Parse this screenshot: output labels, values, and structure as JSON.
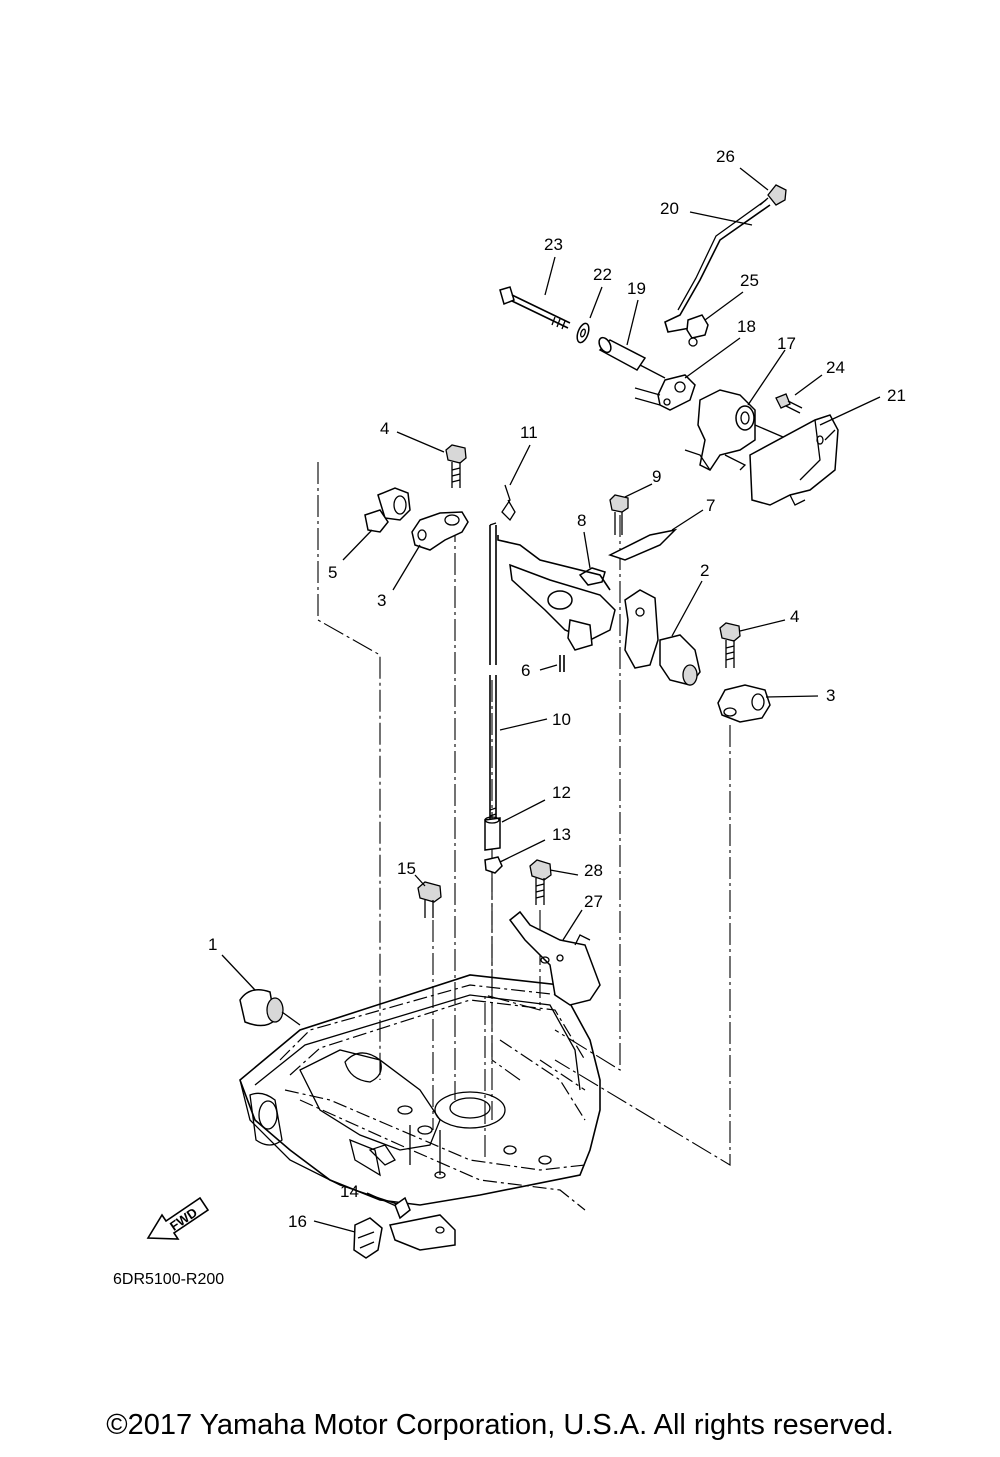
{
  "diagram": {
    "callouts": [
      {
        "id": "c26",
        "label": "26"
      },
      {
        "id": "c20",
        "label": "20"
      },
      {
        "id": "c23",
        "label": "23"
      },
      {
        "id": "c22",
        "label": "22"
      },
      {
        "id": "c19",
        "label": "19"
      },
      {
        "id": "c25",
        "label": "25"
      },
      {
        "id": "c18",
        "label": "18"
      },
      {
        "id": "c17",
        "label": "17"
      },
      {
        "id": "c24",
        "label": "24"
      },
      {
        "id": "c21",
        "label": "21"
      },
      {
        "id": "c4a",
        "label": "4"
      },
      {
        "id": "c11",
        "label": "11"
      },
      {
        "id": "c9",
        "label": "9"
      },
      {
        "id": "c7",
        "label": "7"
      },
      {
        "id": "c8",
        "label": "8"
      },
      {
        "id": "c5",
        "label": "5"
      },
      {
        "id": "c3a",
        "label": "3"
      },
      {
        "id": "c2",
        "label": "2"
      },
      {
        "id": "c4b",
        "label": "4"
      },
      {
        "id": "c6",
        "label": "6"
      },
      {
        "id": "c3b",
        "label": "3"
      },
      {
        "id": "c10",
        "label": "10"
      },
      {
        "id": "c12",
        "label": "12"
      },
      {
        "id": "c13",
        "label": "13"
      },
      {
        "id": "c15",
        "label": "15"
      },
      {
        "id": "c28",
        "label": "28"
      },
      {
        "id": "c27",
        "label": "27"
      },
      {
        "id": "c1",
        "label": "1"
      },
      {
        "id": "c14",
        "label": "14"
      },
      {
        "id": "c16",
        "label": "16"
      }
    ],
    "fwd_label": "FWD",
    "diagram_code": "6DR5100-R200"
  },
  "copyright": "©2017 Yamaha Motor Corporation, U.S.A. All rights reserved."
}
